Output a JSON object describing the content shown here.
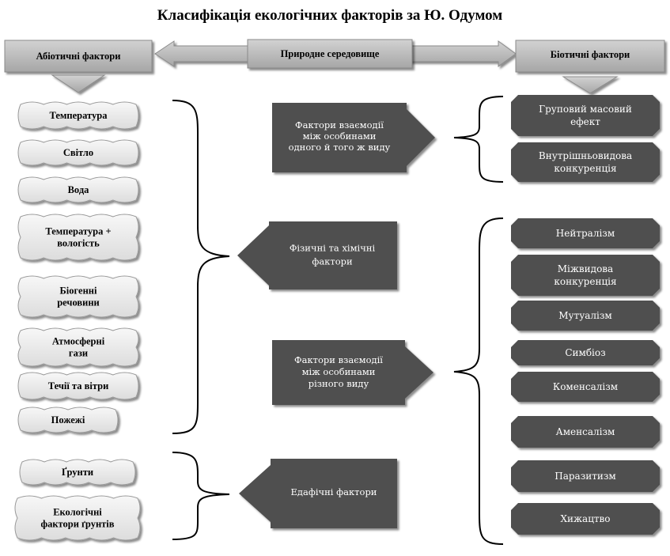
{
  "title": "Класифікація екологічних факторів за Ю. Одумом",
  "abiotic_header": "Абіотичні фактори",
  "environment_header": "Природне середовище",
  "biotic_header": "Біотичні фактори",
  "abiotic_items": [
    [
      "Температура"
    ],
    [
      "Світло"
    ],
    [
      "Вода"
    ],
    [
      "Температура +",
      "вологість"
    ],
    [
      "Біогенні",
      "речовини"
    ],
    [
      "Атмосферні",
      "гази"
    ],
    [
      "Течії та вітри"
    ],
    [
      "Пожежі"
    ]
  ],
  "edaphic_items": [
    [
      "Ґрунти"
    ],
    [
      "Екологічні",
      "фактори ґрунтів"
    ]
  ],
  "center_boxes": {
    "intraspecific": [
      "Фактори взаємодії",
      "між особинами",
      "одного й того ж виду"
    ],
    "physchem": [
      "Фізичні та хімічні",
      "фактори"
    ],
    "interspecific": [
      "Фактори взаємодії",
      "між особинами",
      "різного виду"
    ],
    "edaphic": [
      "Едафічні фактори"
    ]
  },
  "intraspecific_items": [
    [
      "Груповий масовий",
      "ефект"
    ],
    [
      "Внутрішньовидова",
      "конкуренція"
    ]
  ],
  "interspecific_items": [
    [
      "Нейтралізм"
    ],
    [
      "Міжвидова",
      "конкуренція"
    ],
    [
      "Мутуалізм"
    ],
    [
      "Симбіоз"
    ],
    [
      "Коменсалізм"
    ],
    [
      "Аменсалізм"
    ],
    [
      "Паразитизм"
    ],
    [
      "Хижацтво"
    ]
  ],
  "colors": {
    "dark_fill": "#505050",
    "cloud_fill": "#eeeeee",
    "header_fill": "#b9b9b9"
  }
}
